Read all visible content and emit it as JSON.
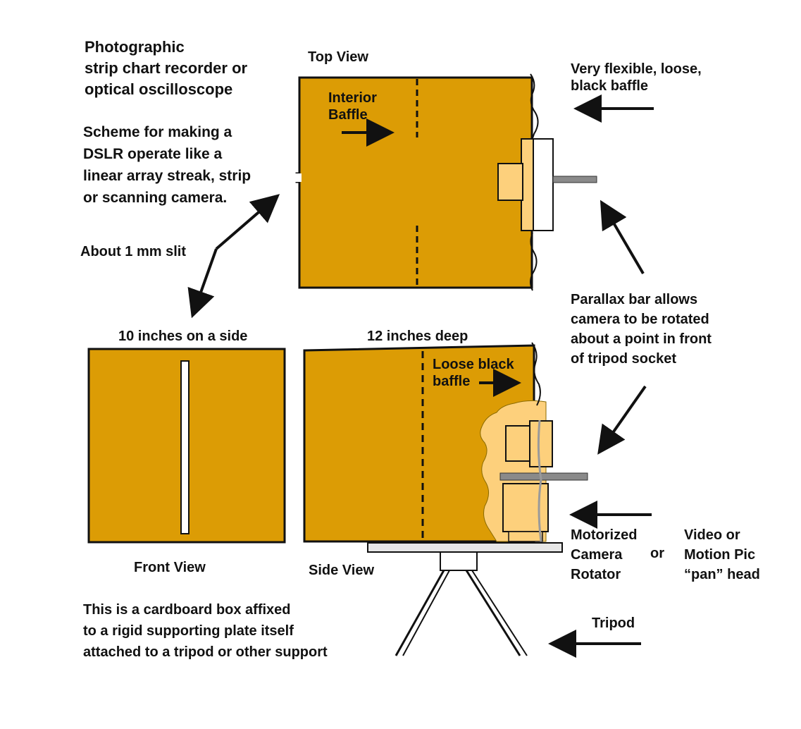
{
  "title": "Photographic\nstrip chart recorder  or\noptical oscilloscope",
  "scheme": "Scheme for making a\nDSLR operate like a\nlinear array streak, strip\nor scanning camera.",
  "slit_label": "About 1 mm slit",
  "views": {
    "top": "Top View",
    "front": "Front View",
    "side": "Side View"
  },
  "dimensions": {
    "side_length": "10 inches on a side",
    "depth": "12 inches deep"
  },
  "labels": {
    "interior_baffle": "Interior\nBaffle",
    "flexible_baffle": "Very flexible, loose,\nblack baffle",
    "loose_baffle": "Loose black\nbaffle",
    "parallax_bar": "Parallax bar allows\ncamera to be rotated\nabout a point in front\nof tripod socket",
    "motorized": "Motorized\nCamera\nRotator",
    "or": "or",
    "pan_head": "Video or\nMotion Pic\n“pan” head",
    "tripod": "Tripod",
    "cardboard_note": "This is a cardboard box affixed\nto a rigid supporting plate itself\nattached to a tripod or other support"
  },
  "colors": {
    "box_fill": "#dc9c05",
    "camera_fill": "#fdd07c",
    "outline": "#111111",
    "bar": "#8a8a8a"
  }
}
